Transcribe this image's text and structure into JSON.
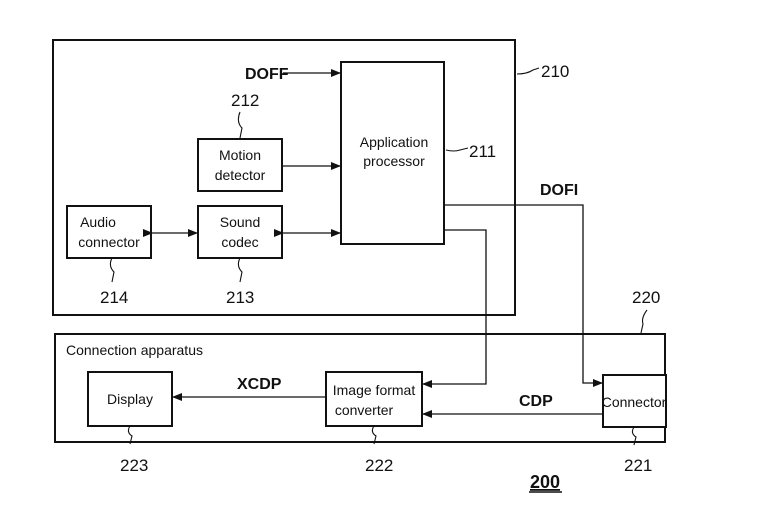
{
  "figure": {
    "number": "200"
  },
  "device": {
    "ref": "210",
    "application_processor": {
      "line1": "Application",
      "line2": "processor",
      "ref": "211"
    },
    "motion_detector": {
      "line1": "Motion",
      "line2": "detector",
      "ref": "212"
    },
    "sound_codec": {
      "line1": "Sound",
      "line2": "codec",
      "ref": "213"
    },
    "audio_connector": {
      "line1": "Audio",
      "line2": "connector",
      "ref": "214"
    },
    "signals": {
      "doff": "DOFF",
      "dofi": "DOFI"
    }
  },
  "connection_apparatus": {
    "ref": "220",
    "title": "Connection apparatus",
    "connector": {
      "label": "Connector",
      "ref": "221"
    },
    "image_format_converter": {
      "line1": "Image format",
      "line2": "converter",
      "ref": "222"
    },
    "display": {
      "label": "Display",
      "ref": "223"
    },
    "signals": {
      "cdp": "CDP",
      "xcdp": "XCDP"
    }
  }
}
